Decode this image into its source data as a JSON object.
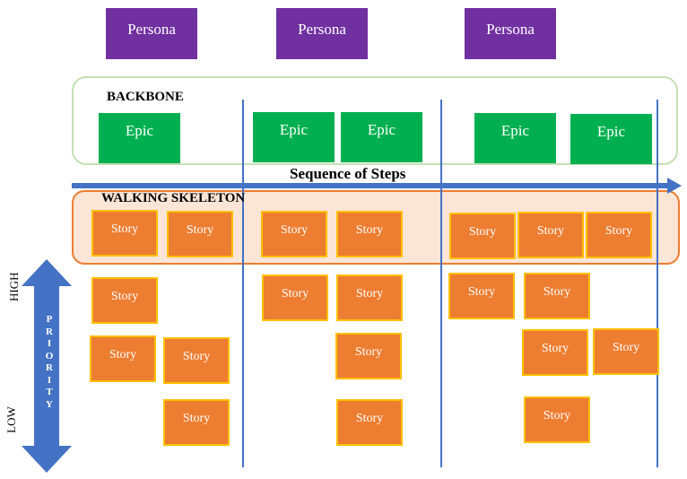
{
  "personas": [
    "Persona",
    "Persona",
    "Persona"
  ],
  "backbone": {
    "label": "BACKBONE",
    "epics": [
      "Epic",
      "Epic",
      "Epic",
      "Epic",
      "Epic"
    ]
  },
  "sequence": {
    "label": "Sequence of Steps"
  },
  "walking_skeleton": {
    "label": "WALKING SKELETON",
    "stories": [
      "Story",
      "Story",
      "Story",
      "Story",
      "Story",
      "Story",
      "Story"
    ]
  },
  "backlog": {
    "stories": [
      "Story",
      "Story",
      "Story",
      "Story",
      "Story",
      "Story",
      "Story",
      "Story",
      "Story",
      "Story",
      "Story",
      "Story",
      "Story"
    ]
  },
  "priority": {
    "label": "PRIORITY",
    "high": "HIGH",
    "low": "LOW"
  },
  "colors": {
    "persona": "#7030a0",
    "epic": "#00b050",
    "story": "#ed7d31",
    "story_border": "#ffc000",
    "arrow": "#4472c4",
    "backbone_border": "#c5e0b4",
    "skeleton_fill": "#fbe5d6"
  }
}
